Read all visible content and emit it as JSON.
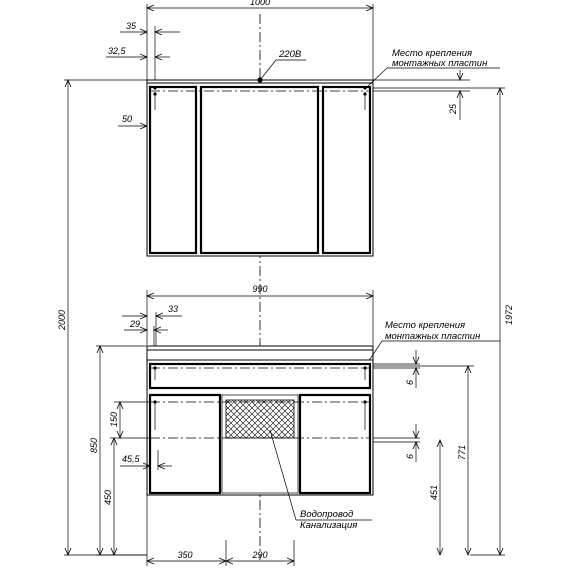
{
  "top_unit": {
    "width_label": "1000",
    "offset_35": "35",
    "offset_32_5": "32,5",
    "offset_50": "50",
    "socket_label": "220В",
    "mount_note_line1": "Место крепления",
    "mount_note_line2": "монтажных пластин",
    "mount_height_25": "25"
  },
  "bottom_unit": {
    "width_label": "990",
    "offset_33": "33",
    "offset_29": "29",
    "mount_note_line1": "Место крепления",
    "mount_note_line2": "монтажных пластин",
    "drawer_150": "150",
    "offset_45_5": "45,5",
    "height_850": "850",
    "height_450": "450",
    "gap_6_top": "6",
    "gap_6_bottom": "6",
    "height_771": "771",
    "height_451": "451",
    "water_label": "Водопровод",
    "sewer_label": "Канализация",
    "offset_350": "350",
    "offset_290": "290"
  },
  "overall": {
    "height_2000": "2000",
    "height_1972": "1972"
  }
}
